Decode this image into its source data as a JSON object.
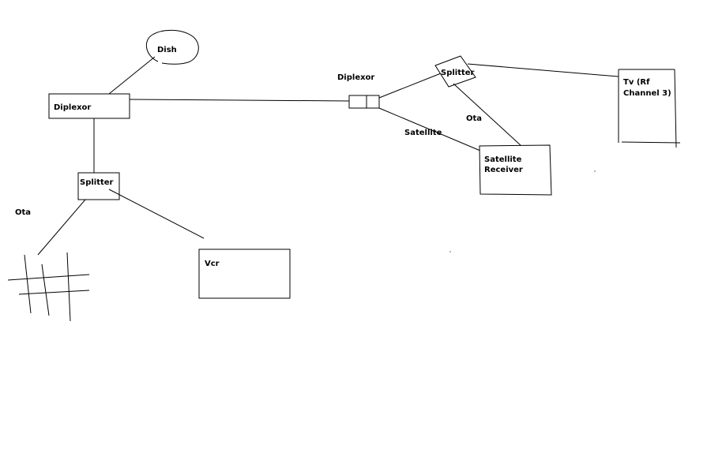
{
  "diagram": {
    "labels": {
      "dish": "Dish",
      "diplexor_left": "Diplexor",
      "diplexor_right": "Diplexor",
      "splitter_left": "Splitter",
      "splitter_right": "Splitter",
      "ota_left": "Ota",
      "ota_right": "Ota",
      "satellite": "Satellite",
      "satellite_receiver_line1": "Satellite",
      "satellite_receiver_line2": "Receiver",
      "vcr": "Vcr",
      "tv_line1": "Tv (Rf",
      "tv_line2": "Channel 3)"
    }
  }
}
